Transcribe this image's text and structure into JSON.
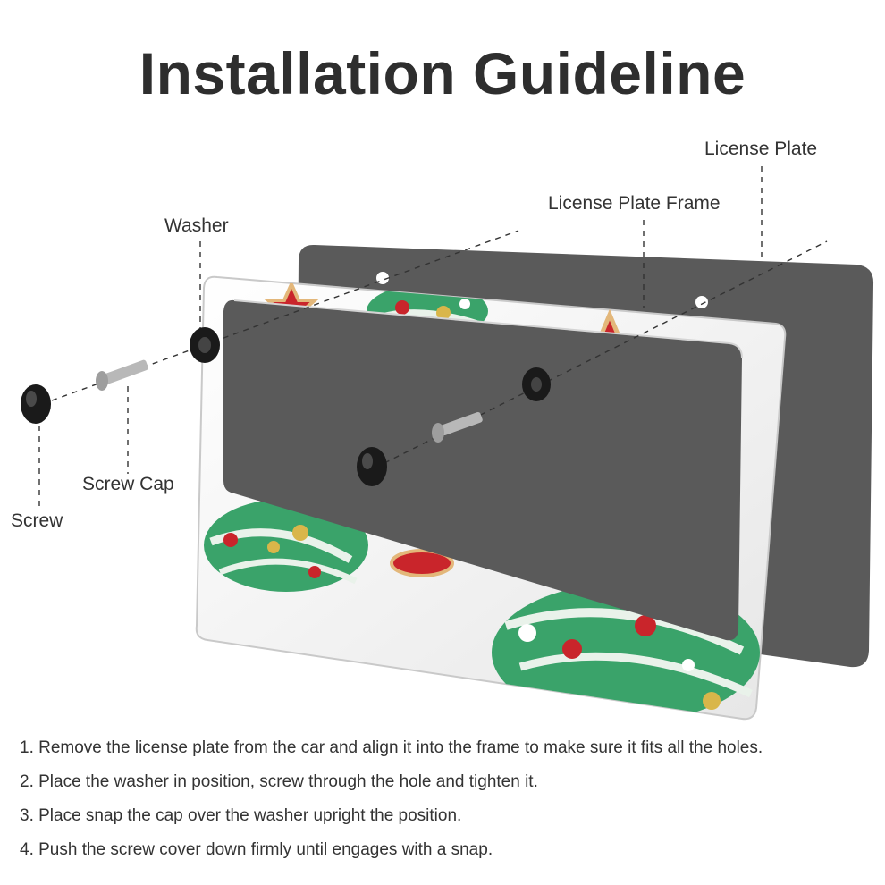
{
  "title": "Installation Guideline",
  "labels": {
    "license_plate": "License Plate",
    "license_plate_frame": "License Plate Frame",
    "washer": "Washer",
    "screw_cap": "Screw Cap",
    "screw": "Screw"
  },
  "steps": [
    "1. Remove the license plate from the car and align it into the frame to make sure it fits all the holes.",
    "2. Place the washer in position, screw through the hole and tighten it.",
    "3. Place snap the cap over the washer upright the position.",
    "4. Push the screw cover down firmly until engages with a snap."
  ],
  "colors": {
    "plate": "#5a5a5a",
    "frame_base": "#f2f2f0",
    "frame_edge": "#c9c9c9",
    "tree_green": "#3aa36a",
    "ornament_red": "#c9252b",
    "cookie": "#e3b77a",
    "hardware": "#1a1a1a",
    "screw_metal": "#b8b8b8"
  }
}
